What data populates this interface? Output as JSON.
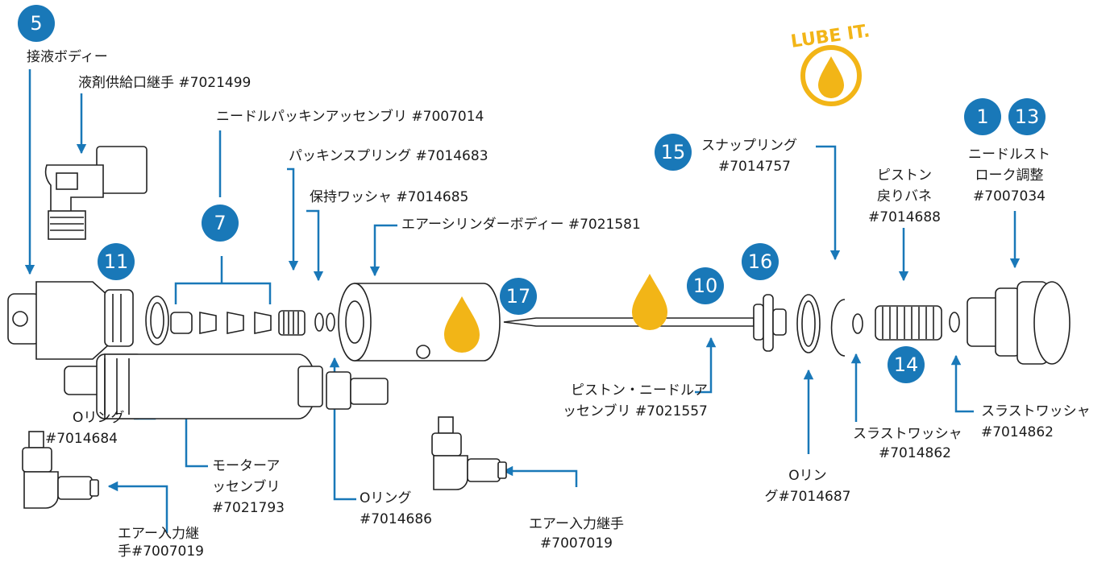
{
  "colors": {
    "accent": "#1978b8",
    "lube": "#f2b517",
    "part_outline": "#222222"
  },
  "lube_logo": {
    "text": "LUBE IT."
  },
  "badges": [
    "5",
    "11",
    "7",
    "17",
    "10",
    "16",
    "15",
    "1",
    "13",
    "14"
  ],
  "labels": {
    "wetted_body": "接液ボディー",
    "fluid_inlet_1": "液剤供給口継手 #7021499",
    "needle_packing": "ニードルパッキンアッセンブリ #7007014",
    "packing_spring": "パッキンスプリング #7014683",
    "retaining_washer": "保持ワッシャ #7014685",
    "air_cylinder": "エアーシリンダーボディー #7021581",
    "snap_ring_1": "スナップリング",
    "snap_ring_2": "#7014757",
    "piston_spring_1": "ピストン",
    "piston_spring_2": "戻りバネ",
    "piston_spring_3": "#7014688",
    "stroke_adj_1": "ニードルスト",
    "stroke_adj_2": "ローク調整",
    "stroke_adj_3": "#7007034",
    "oring_a_1": "Oリング",
    "oring_a_2": "#7014684",
    "motor_1": "モーターア",
    "motor_2": "ッセンブリ",
    "motor_3": "#7021793",
    "air_in_a_1": "エアー入力継",
    "air_in_a_2": "手#7007019",
    "oring_b_1": "Oリング",
    "oring_b_2": "#7014686",
    "air_in_b_1": "エアー入力継手",
    "air_in_b_2": "#7007019",
    "piston_needle_1": "ピストン・ニードルア",
    "piston_needle_2": "ッセンブリ #7021557",
    "oring_c_1": "Oリン",
    "oring_c_2": "グ#7014687",
    "thrust_a_1": "スラストワッシャ",
    "thrust_a_2": "#7014862",
    "thrust_b_1": "スラストワッシャ",
    "thrust_b_2": "#7014862"
  }
}
